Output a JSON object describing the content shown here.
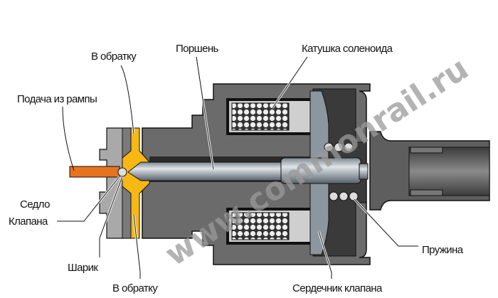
{
  "labels": {
    "return_top": "В обратку",
    "piston": "Поршень",
    "solenoid_coil": "Катушка соленоида",
    "supply": "Подача из рампы",
    "seat_line1": "Седло",
    "seat_line2": "Клапана",
    "ball": "Шарик",
    "return_bottom": "В обратку",
    "armature": "Сердечник клапана",
    "spring": "Пружина"
  },
  "watermark": "www.commonrail.ru",
  "colors": {
    "housing": "#6b6b6b",
    "fuel_supply": "#e8731f",
    "return_channel": "#f7b814",
    "coil": "#cfcfcf",
    "armature": "#8c969e"
  }
}
